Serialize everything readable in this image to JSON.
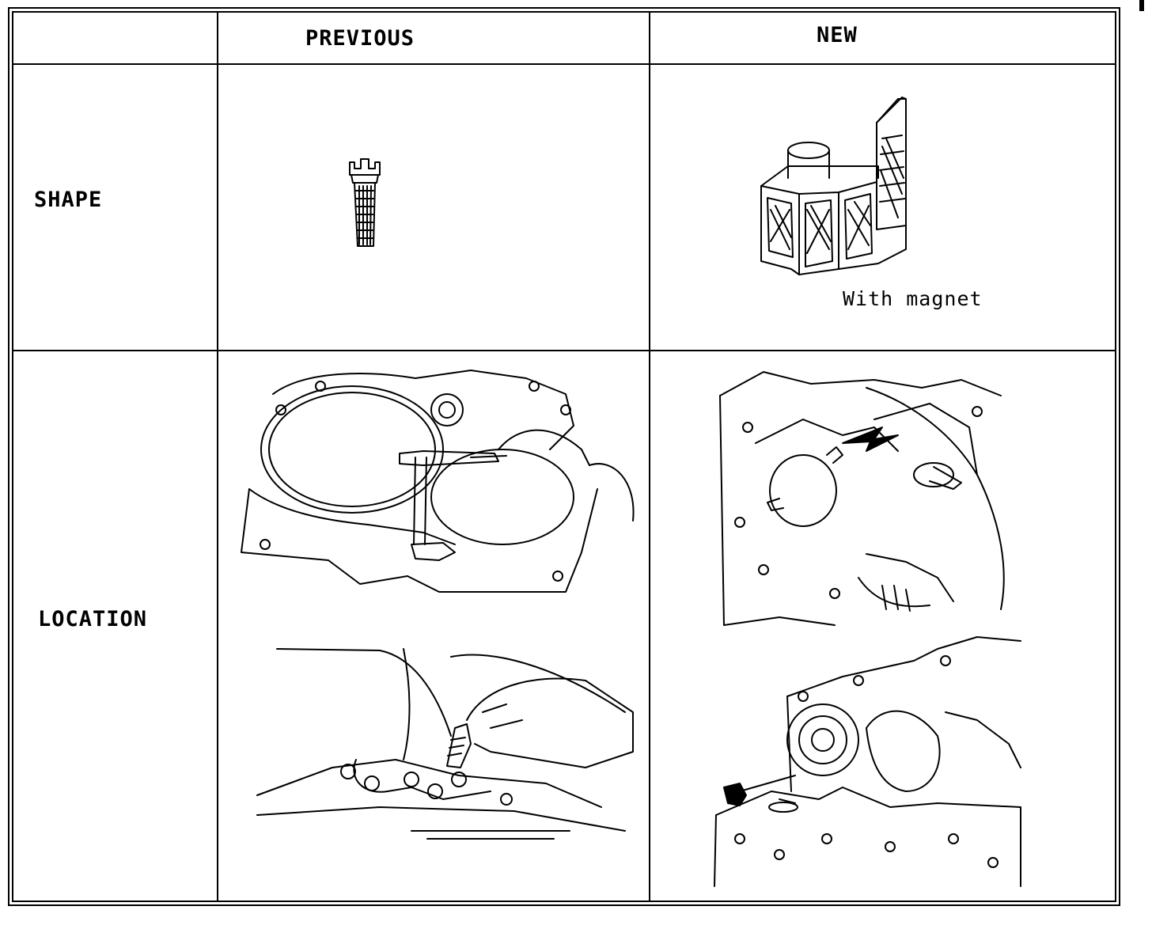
{
  "table": {
    "header": {
      "corner": "",
      "col_previous": "PREVIOUS",
      "col_new": "NEW"
    },
    "rows": {
      "shape": {
        "label": "SHAPE",
        "new_caption": "With magnet"
      },
      "location": {
        "label": "LOCATION"
      }
    }
  },
  "illustrations": {
    "prev_shape": "strainer-icon",
    "new_shape": "magnetic-filter-icon",
    "prev_location_top": "transaxle-case-wrench-illustration",
    "prev_location_bottom": "strainer-install-hand-illustration",
    "new_location_top": "transaxle-filter-arrow-illustration",
    "new_location_bottom": "transaxle-filter-location-illustration"
  }
}
